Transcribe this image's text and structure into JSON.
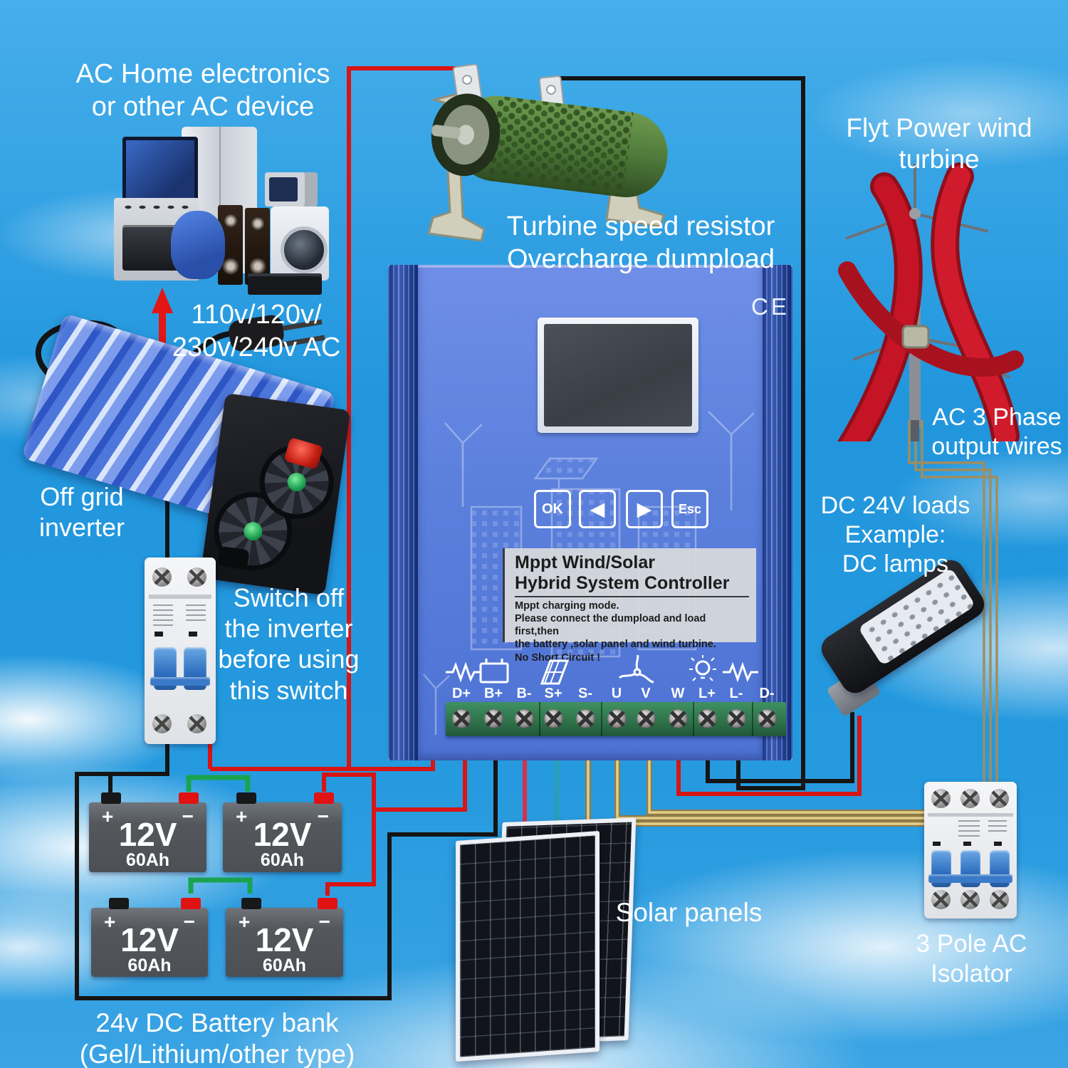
{
  "labels": {
    "ac_home": "AC Home electronics\nor other AC device",
    "ac_voltage": "110v/120v/\n230v/240v AC",
    "dumpload": "Turbine speed resistor\nOvercharge dumpload",
    "turbine": "Flyt Power wind turbine",
    "ac3_phase": "AC 3 Phase\noutput wires",
    "dc_loads": "DC 24V loads\nExample:\nDC lamps",
    "inverter": "Off grid\ninverter",
    "switch_note": "Switch off\nthe inverter\nbefore using\nthis switch",
    "battery_bank": "24v DC Battery bank\n(Gel/Lithium/other type)",
    "solar": "Solar panels",
    "isolator": "3 Pole AC\nIsolator"
  },
  "controller": {
    "ce": "CE",
    "title": "Mppt Wind/Solar\nHybrid System Controller",
    "note": "Mppt charging mode.\nPlease connect the dumpload and load first,then\nthe battery ,solar panel and wind turbine.\nNo Short Circuit !",
    "buttons": [
      "OK",
      "◀",
      "▶",
      "Esc"
    ],
    "terminals": [
      "D+",
      "B+",
      "B-",
      "S+",
      "S-",
      "U",
      "V",
      "W",
      "L+",
      "L-",
      "D-"
    ],
    "terminal_icons": [
      "resistor",
      "battery",
      "solar-panel",
      "wind-turbine",
      "lamp",
      "resistor"
    ]
  },
  "batteries": [
    {
      "voltage": "12V",
      "capacity": "60Ah",
      "plus": "+",
      "minus": "−"
    },
    {
      "voltage": "12V",
      "capacity": "60Ah",
      "plus": "+",
      "minus": "−"
    },
    {
      "voltage": "12V",
      "capacity": "60Ah",
      "plus": "+",
      "minus": "−"
    },
    {
      "voltage": "12V",
      "capacity": "60Ah",
      "plus": "+",
      "minus": "−"
    }
  ],
  "colors": {
    "sky": "#2196dd",
    "controller_face": "#5b80dc",
    "wire_red": "#d81414",
    "wire_black": "#151515",
    "wire_green": "#1aa34f",
    "wire_yellow": "#e6cf8a",
    "wire_teal": "#2a9fb4",
    "turbine_red": "#bf1322",
    "dumpload_green": "#4e7a3a"
  }
}
